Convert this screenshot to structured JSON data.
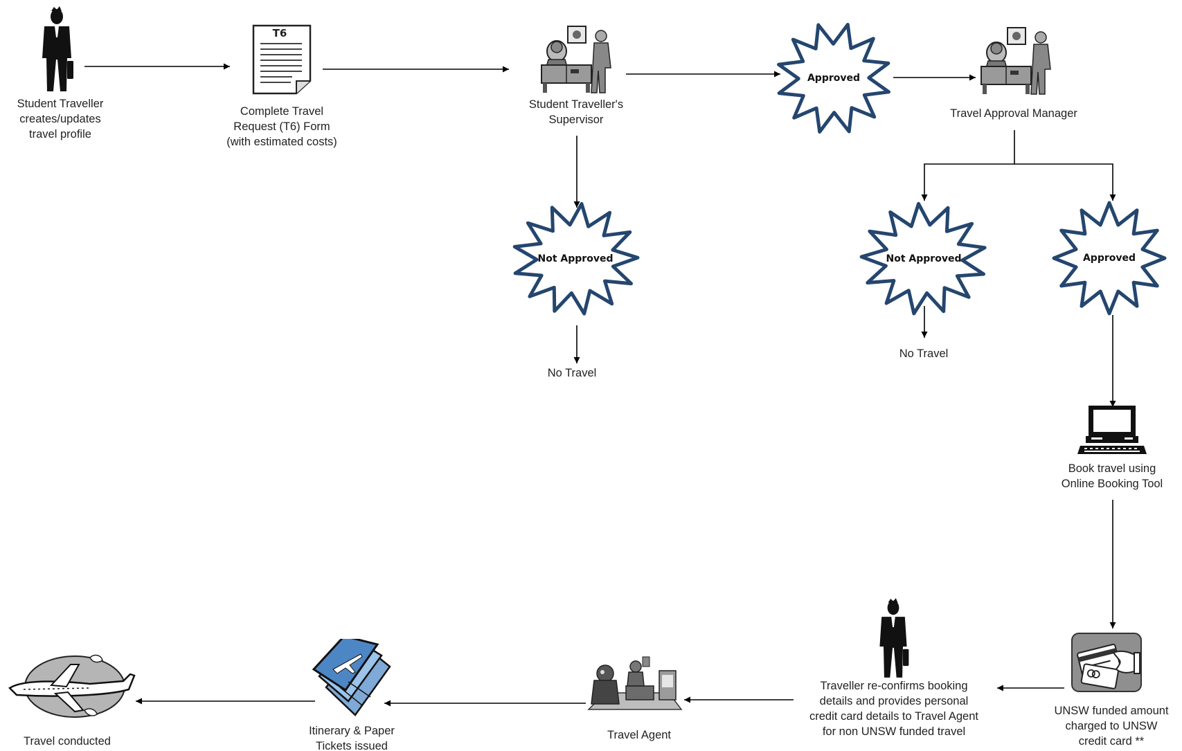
{
  "nodes": {
    "traveller_start": {
      "lines": [
        "Student Traveller",
        "creates/updates",
        "travel profile"
      ],
      "icon": "businessman-icon"
    },
    "t6_form": {
      "lines": [
        "Complete Travel",
        "Request (T6) Form",
        "(with estimated costs)"
      ],
      "icon": "document-icon",
      "doc_tag": "T6"
    },
    "supervisor": {
      "lines": [
        "Student Traveller's",
        "Supervisor"
      ],
      "icon": "office-desk-icon"
    },
    "approved_1": {
      "text": "Approved",
      "icon": "starburst-icon"
    },
    "tam": {
      "lines": [
        "Travel Approval Manager"
      ],
      "icon": "office-desk-icon"
    },
    "not_approved_supervisor": {
      "text": "Not Approved",
      "icon": "starburst-icon"
    },
    "no_travel_supervisor": {
      "text": "No Travel"
    },
    "not_approved_tam": {
      "text": "Not Approved",
      "icon": "starburst-icon"
    },
    "no_travel_tam": {
      "text": "No Travel"
    },
    "approved_2": {
      "text": "Approved",
      "icon": "starburst-icon"
    },
    "online_booking": {
      "lines": [
        "Book travel using",
        "Online Booking Tool"
      ],
      "icon": "computer-icon"
    },
    "credit_card": {
      "lines": [
        "UNSW funded amount",
        "charged to UNSW",
        "credit card **"
      ],
      "icon": "credit-card-icon"
    },
    "reconfirm": {
      "lines": [
        "Traveller re-confirms booking",
        "details and provides personal",
        "credit card details to Travel Agent",
        "for non UNSW funded travel"
      ],
      "icon": "businessman-icon"
    },
    "travel_agent": {
      "lines": [
        "Travel Agent"
      ],
      "icon": "travel-agent-icon"
    },
    "tickets": {
      "lines": [
        "Itinerary & Paper",
        "Tickets issued"
      ],
      "icon": "ticket-icon"
    },
    "travel_conducted": {
      "lines": [
        "Travel conducted"
      ],
      "icon": "airplane-icon"
    }
  },
  "colors": {
    "burst_stroke": "#24466f",
    "line": "#000000"
  }
}
